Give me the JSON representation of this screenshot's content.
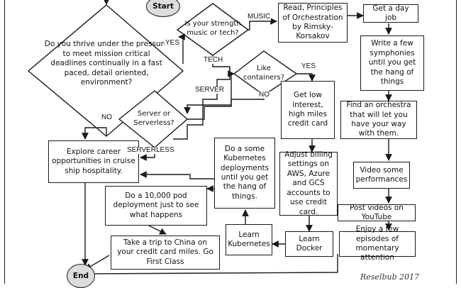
{
  "nodes": {
    "start": "Start",
    "end": "End",
    "thrive_question": "Do you thrive under the pressure to meet mission critical deadlines continually in a fast paced, detail oriented, environment?",
    "strength_question": "Is your strength music or tech?",
    "containers_question": "Like containers?",
    "server_question": "Server or Serverless?",
    "read_orchestration": "Read, Principles of Orchestration by Rimsky-Korsakov",
    "day_job": "Get a day job",
    "write_symphonies": "Write a few symphonies until you get the hang of things",
    "find_orchestra": "Find an orchestra that will let you have your way with them.",
    "video_performances": "Video some performances",
    "post_youtube": "Post videos on YouTube",
    "enjoy_attention": "Enjoy a few episodes of momentary attention",
    "low_interest_card": "Get low interest, high miles credit card",
    "adjust_billing": "Adjust billing settings on AWS, Azure and GCS accounts to use credit card.",
    "learn_docker": "Learn Docker",
    "learn_kubernetes": "Learn Kubernetes",
    "kubernetes_deployments": "Do a some Kubernetes deployments until you get the hang of things.",
    "pod_deployment": "Do a 10,000 pod deployment just to see what happens",
    "trip_china": "Take a trip to China on your credit card miles. Go First Class",
    "cruise_ship": "Explore career opportunities in cruise ship hospitality."
  },
  "edge_labels": {
    "music": "MUSIC",
    "tech": "TECH",
    "yes_thrive": "YES",
    "no_thrive": "NO",
    "yes_containers": "YES",
    "no_containers": "NO",
    "server": "SERVER",
    "serverless": "SERVERLESS"
  },
  "signature": "Reselbub 2017"
}
